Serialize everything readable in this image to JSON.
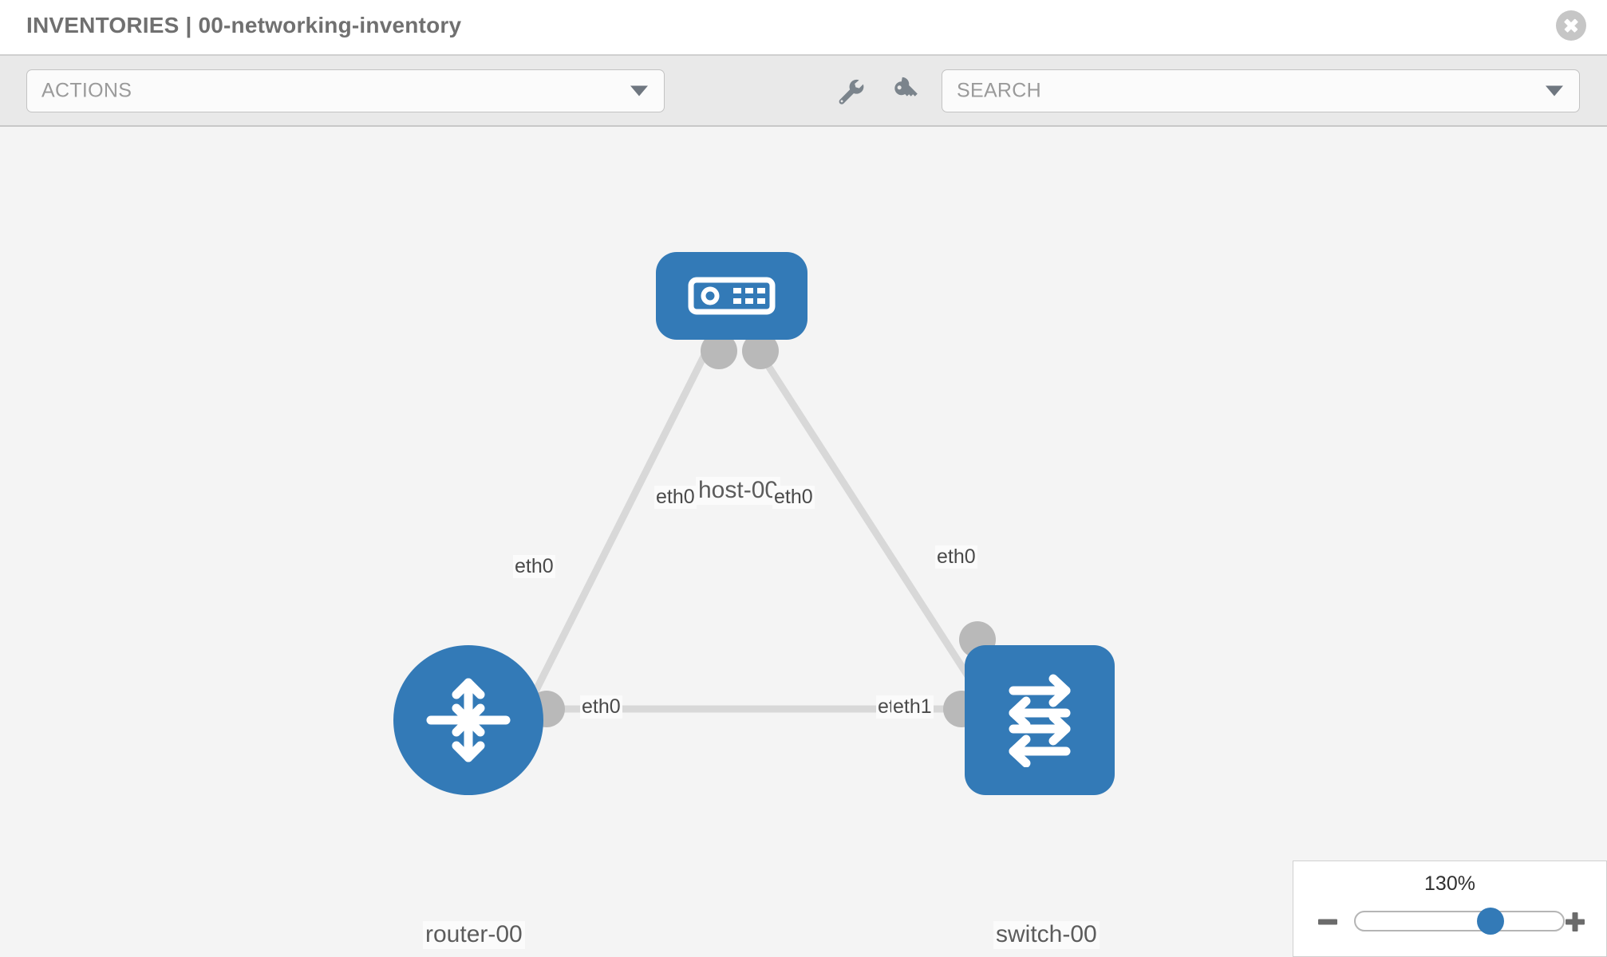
{
  "header": {
    "title": "INVENTORIES | 00-networking-inventory",
    "close_icon": "close-circle-icon"
  },
  "toolbar": {
    "actions": {
      "label": "ACTIONS",
      "caret_icon": "chevron-down-icon"
    },
    "search": {
      "placeholder": "SEARCH",
      "label": "SEARCH",
      "caret_icon": "chevron-down-icon"
    },
    "wrench_icon": "wrench-icon",
    "key_icon": "key-icon"
  },
  "topology": {
    "nodes": [
      {
        "id": "host-00",
        "label": "host-00",
        "icon": "server-device-icon",
        "color": "#337ab7",
        "shape": "rounded-rect"
      },
      {
        "id": "router-00",
        "label": "router-00",
        "icon": "router-arrows-icon",
        "color": "#337ab7",
        "shape": "circle"
      },
      {
        "id": "switch-00",
        "label": "switch-00",
        "icon": "switch-arrows-icon",
        "color": "#337ab7",
        "shape": "rounded-square"
      }
    ],
    "edge_labels": {
      "host_left": "eth0",
      "host_right": "eth0",
      "router_to_host": "eth0",
      "switch_to_host": "eth0",
      "router_to_switch": "eth0",
      "switch_to_router_under": "eth0",
      "switch_to_router": "eth1"
    },
    "link_color": "#d8d8d8",
    "connector_color": "#b9b9b9"
  },
  "zoom_control": {
    "value": "130%",
    "minus_label": "zoom-out",
    "plus_label": "zoom-in",
    "thumb_position_percent": 65
  }
}
